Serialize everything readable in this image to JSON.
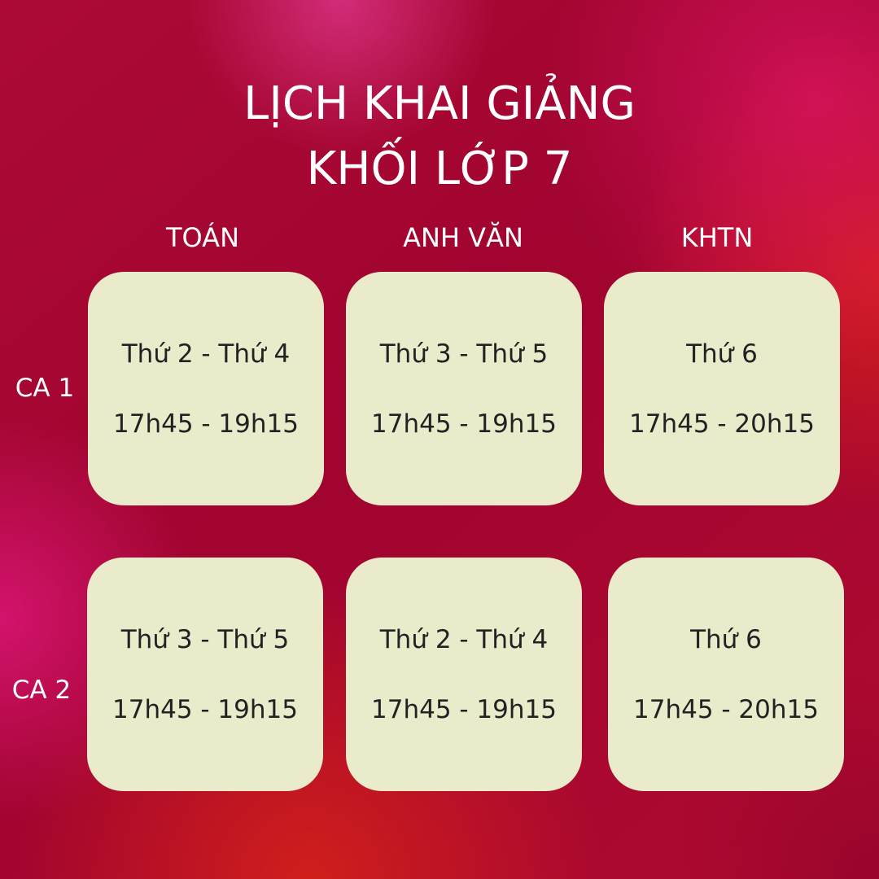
{
  "title": {
    "line1": "LỊCH KHAI GIẢNG",
    "line2": "KHỐI LỚP 7"
  },
  "columns": [
    "TOÁN",
    "ANH VĂN",
    "KHTN"
  ],
  "rows": [
    {
      "label": "CA 1",
      "cells": [
        {
          "days": "Thứ 2 - Thứ 4",
          "time": "17h45 - 19h15"
        },
        {
          "days": "Thứ 3 - Thứ 5",
          "time": "17h45 - 19h15"
        },
        {
          "days": "Thứ 6",
          "time": "17h45 - 20h15"
        }
      ]
    },
    {
      "label": "CA 2",
      "cells": [
        {
          "days": "Thứ 3 - Thứ 5",
          "time": "17h45 - 19h15"
        },
        {
          "days": "Thứ 2 - Thứ 4",
          "time": "17h45 - 19h15"
        },
        {
          "days": "Thứ 6",
          "time": "17h45 - 20h15"
        }
      ]
    }
  ],
  "colors": {
    "background": "#a3052f",
    "card": "#e9ebcb",
    "heading_text": "#ffffff",
    "card_text": "#222222"
  }
}
